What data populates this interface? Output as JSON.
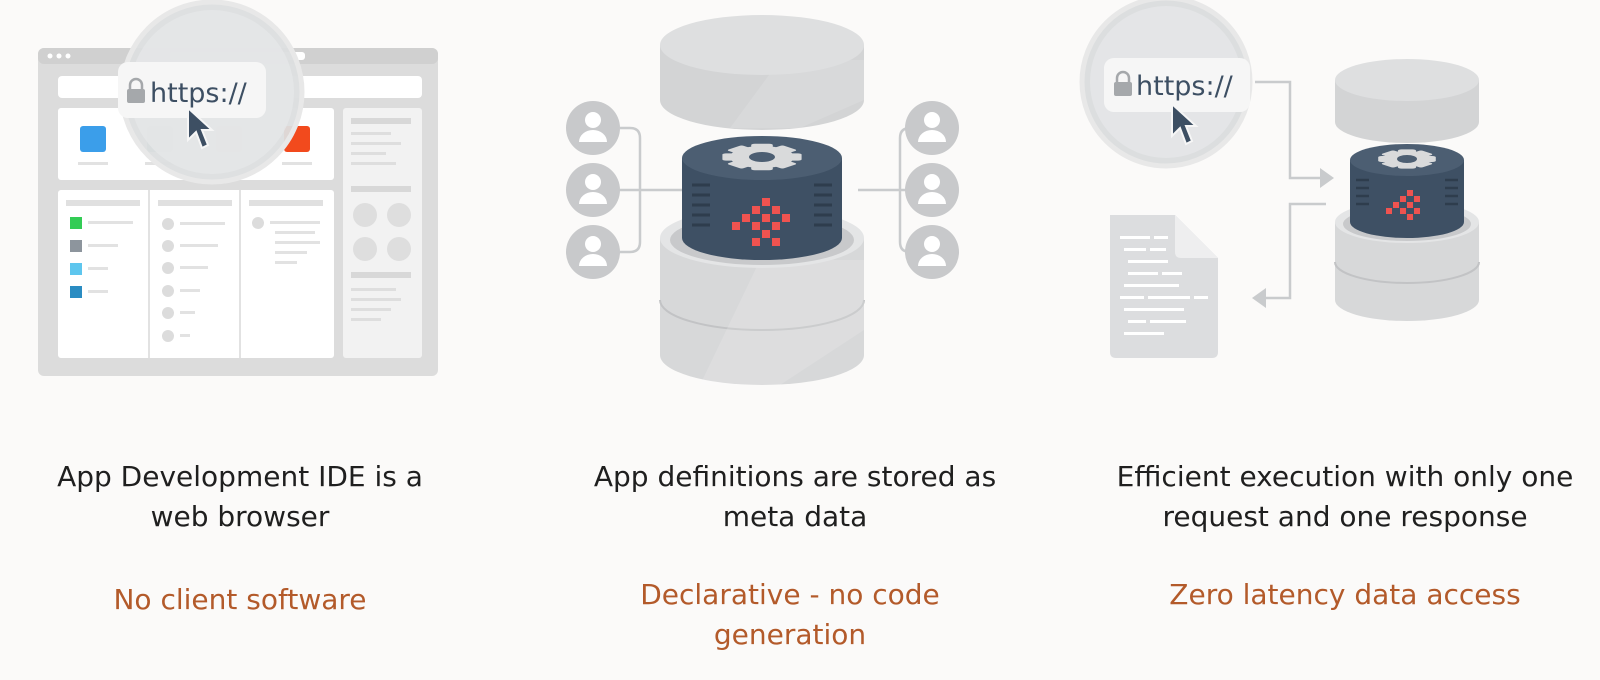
{
  "panels": [
    {
      "caption": "App Development IDE is a web browser",
      "subcaption": "No client software",
      "url_text": "https://"
    },
    {
      "caption": "App definitions are stored as meta data",
      "subcaption": "Declarative - no code generation"
    },
    {
      "caption": "Efficient execution with only one request and one response",
      "subcaption": "Zero latency data access",
      "url_text": "https://"
    }
  ],
  "icons": {
    "panel1": [
      "browser-window-icon",
      "magnifier-icon",
      "lock-icon",
      "cursor-icon"
    ],
    "panel2": [
      "database-icon",
      "gear-icon",
      "user-icon"
    ],
    "panel3": [
      "magnifier-icon",
      "lock-icon",
      "cursor-icon",
      "database-icon",
      "gear-icon",
      "document-icon"
    ]
  },
  "colors": {
    "caption": "#1f1f1f",
    "subcaption": "#b35a2a",
    "accent_red": "#ef5350",
    "dark_slate": "#3d4f63",
    "light_gray": "#dcdcdc"
  }
}
